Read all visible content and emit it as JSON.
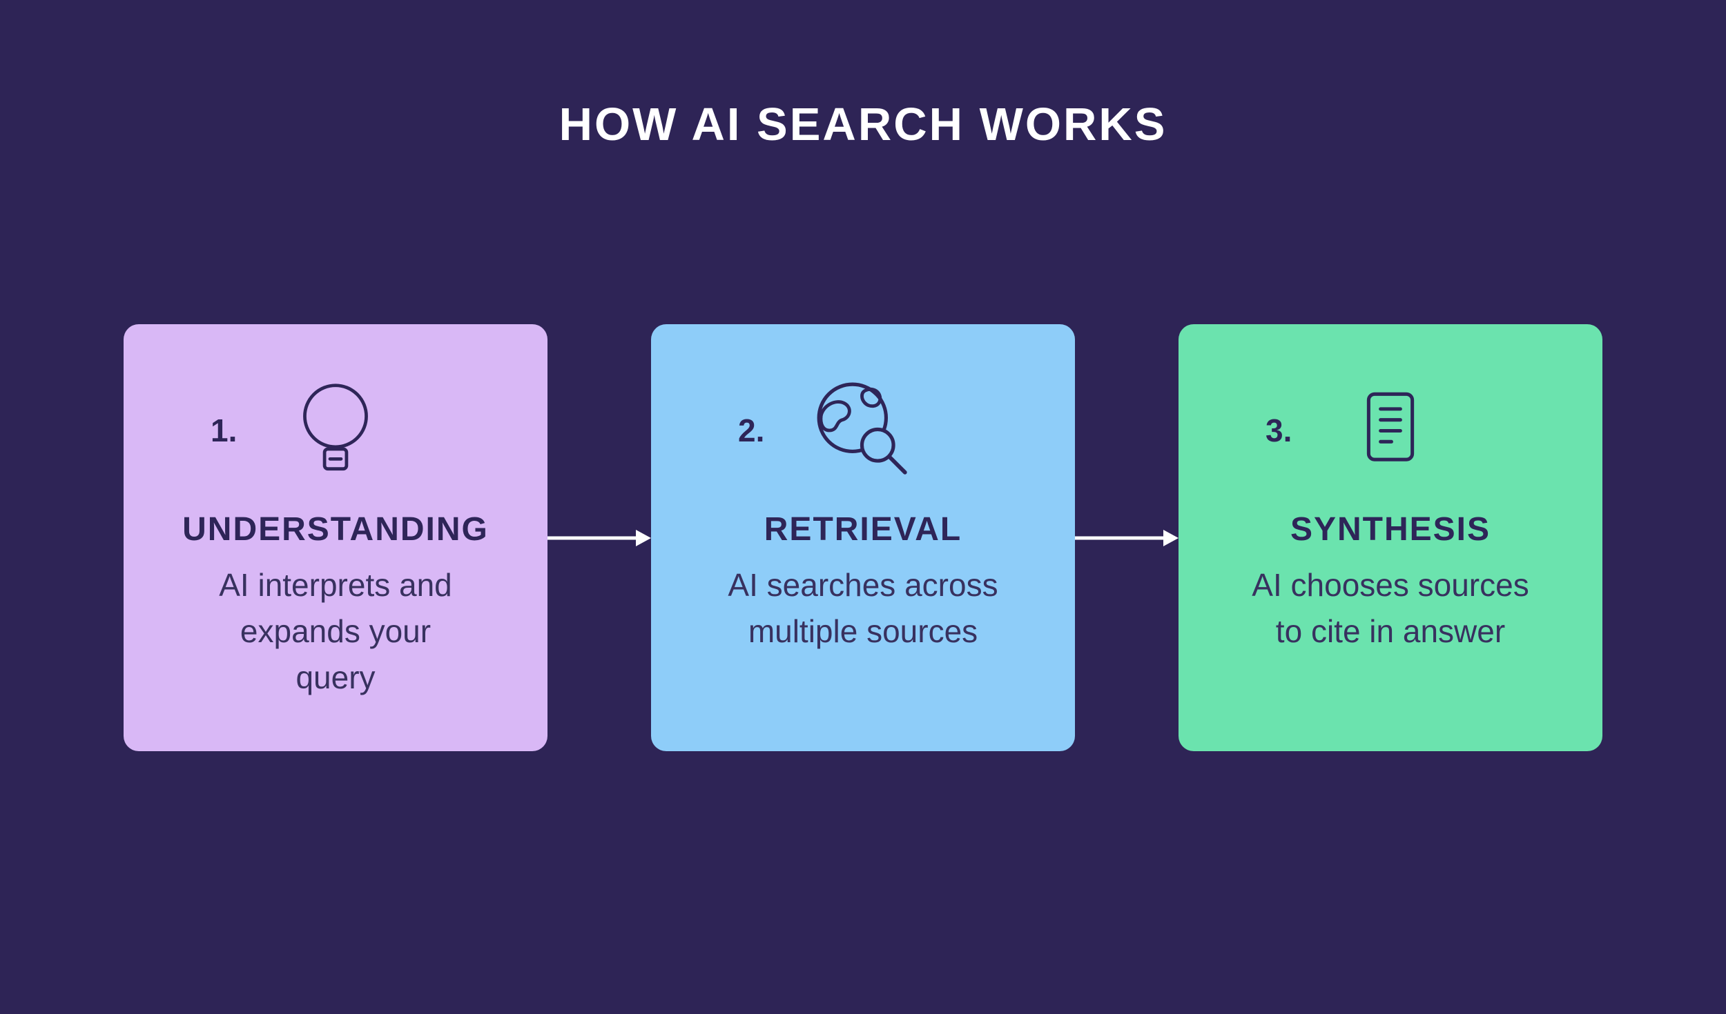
{
  "title": "HOW AI SEARCH WORKS",
  "colors": {
    "background": "#2e2456",
    "title_text": "#ffffff",
    "card_text": "#2e2558",
    "arrow": "#ffffff",
    "card_understanding": "#d9b8f6",
    "card_retrieval": "#8ecdf9",
    "card_synthesis": "#6be3ae"
  },
  "steps": [
    {
      "number": "1.",
      "icon": "lightbulb-icon",
      "heading": "UNDERSTANDING",
      "description": "AI interprets and expands your query",
      "lines": [
        "AI interprets and",
        "expands your",
        "query"
      ],
      "card_color": "#d9b8f6"
    },
    {
      "number": "2.",
      "icon": "globe-search-icon",
      "heading": "RETRIEVAL",
      "description": "AI searches across multiple sources",
      "lines": [
        "AI searches across",
        "multiple sources"
      ],
      "card_color": "#8ecdf9"
    },
    {
      "number": "3.",
      "icon": "document-icon",
      "heading": "SYNTHESIS",
      "description": "AI chooses sources to cite in answer",
      "lines": [
        "AI chooses sources",
        "to cite in answer"
      ],
      "card_color": "#6be3ae"
    }
  ]
}
